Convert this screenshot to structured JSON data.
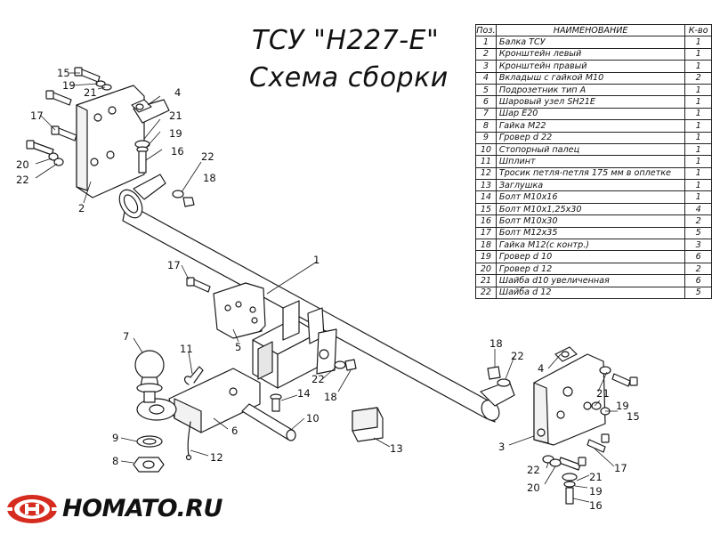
{
  "title_line1": "ТСУ \"Н227-Е\"",
  "title_line2": "Схема сборки",
  "table": {
    "headers": [
      "Поз.",
      "НАИМЕНОВАНИЕ",
      "К-во"
    ],
    "rows": [
      [
        "1",
        "Балка ТСУ",
        "1"
      ],
      [
        "2",
        "Кронштейн левый",
        "1"
      ],
      [
        "3",
        "Кронштейн правый",
        "1"
      ],
      [
        "4",
        "Вкладыш с гайкой М10",
        "2"
      ],
      [
        "5",
        "Подрозетник тип А",
        "1"
      ],
      [
        "6",
        "Шаровый узел SH21E",
        "1"
      ],
      [
        "7",
        "Шар Е20",
        "1"
      ],
      [
        "8",
        "Гайка М22",
        "1"
      ],
      [
        "9",
        "Гровер d 22",
        "1"
      ],
      [
        "10",
        "Стопорный палец",
        "1"
      ],
      [
        "11",
        "Шплинт",
        "1"
      ],
      [
        "12",
        "Тросик петля-петля 175 мм в оплетке",
        "1"
      ],
      [
        "13",
        "Заглушка",
        "1"
      ],
      [
        "14",
        "Болт М10х16",
        "1"
      ],
      [
        "15",
        "Болт М10х1,25х30",
        "4"
      ],
      [
        "16",
        "Болт М10х30",
        "2"
      ],
      [
        "17",
        "Болт М12х35",
        "5"
      ],
      [
        "18",
        "Гайка М12(с контр.)",
        "3"
      ],
      [
        "19",
        "Гровер d 10",
        "6"
      ],
      [
        "20",
        "Гровер d 12",
        "2"
      ],
      [
        "21",
        "Шайба d10 увеличенная",
        "6"
      ],
      [
        "22",
        "Шайба d 12",
        "5"
      ]
    ]
  },
  "callouts": [
    {
      "id": "c15a",
      "text": "15"
    },
    {
      "id": "c19a",
      "text": "19"
    },
    {
      "id": "c21a",
      "text": "21"
    },
    {
      "id": "c4a",
      "text": "4"
    },
    {
      "id": "c17a",
      "text": "17"
    },
    {
      "id": "c21b",
      "text": "21"
    },
    {
      "id": "c19b",
      "text": "19"
    },
    {
      "id": "c16a",
      "text": "16"
    },
    {
      "id": "c20a",
      "text": "20"
    },
    {
      "id": "c22a",
      "text": "22"
    },
    {
      "id": "c2",
      "text": "2"
    },
    {
      "id": "c22b",
      "text": "22"
    },
    {
      "id": "c18a",
      "text": "18"
    },
    {
      "id": "c1",
      "text": "1"
    },
    {
      "id": "c17b",
      "text": "17"
    },
    {
      "id": "c5",
      "text": "5"
    },
    {
      "id": "c7",
      "text": "7"
    },
    {
      "id": "c11",
      "text": "11"
    },
    {
      "id": "c22c",
      "text": "22"
    },
    {
      "id": "c18b",
      "text": "18"
    },
    {
      "id": "c14",
      "text": "14"
    },
    {
      "id": "c10",
      "text": "10"
    },
    {
      "id": "c6",
      "text": "6"
    },
    {
      "id": "c9",
      "text": "9"
    },
    {
      "id": "c8",
      "text": "8"
    },
    {
      "id": "c12",
      "text": "12"
    },
    {
      "id": "c13",
      "text": "13"
    },
    {
      "id": "c18c",
      "text": "18"
    },
    {
      "id": "c22d",
      "text": "22"
    },
    {
      "id": "c4b",
      "text": "4"
    },
    {
      "id": "c21c",
      "text": "21"
    },
    {
      "id": "c19c",
      "text": "19"
    },
    {
      "id": "c15b",
      "text": "15"
    },
    {
      "id": "c3",
      "text": "3"
    },
    {
      "id": "c17c",
      "text": "17"
    },
    {
      "id": "c22e",
      "text": "22"
    },
    {
      "id": "c20b",
      "text": "20"
    },
    {
      "id": "c21d",
      "text": "21"
    },
    {
      "id": "c19d",
      "text": "19"
    },
    {
      "id": "c16b",
      "text": "16"
    }
  ],
  "logo": {
    "text": "HOMATO.RU",
    "primary_color": "#d62b1f",
    "text_color": "#111111"
  }
}
